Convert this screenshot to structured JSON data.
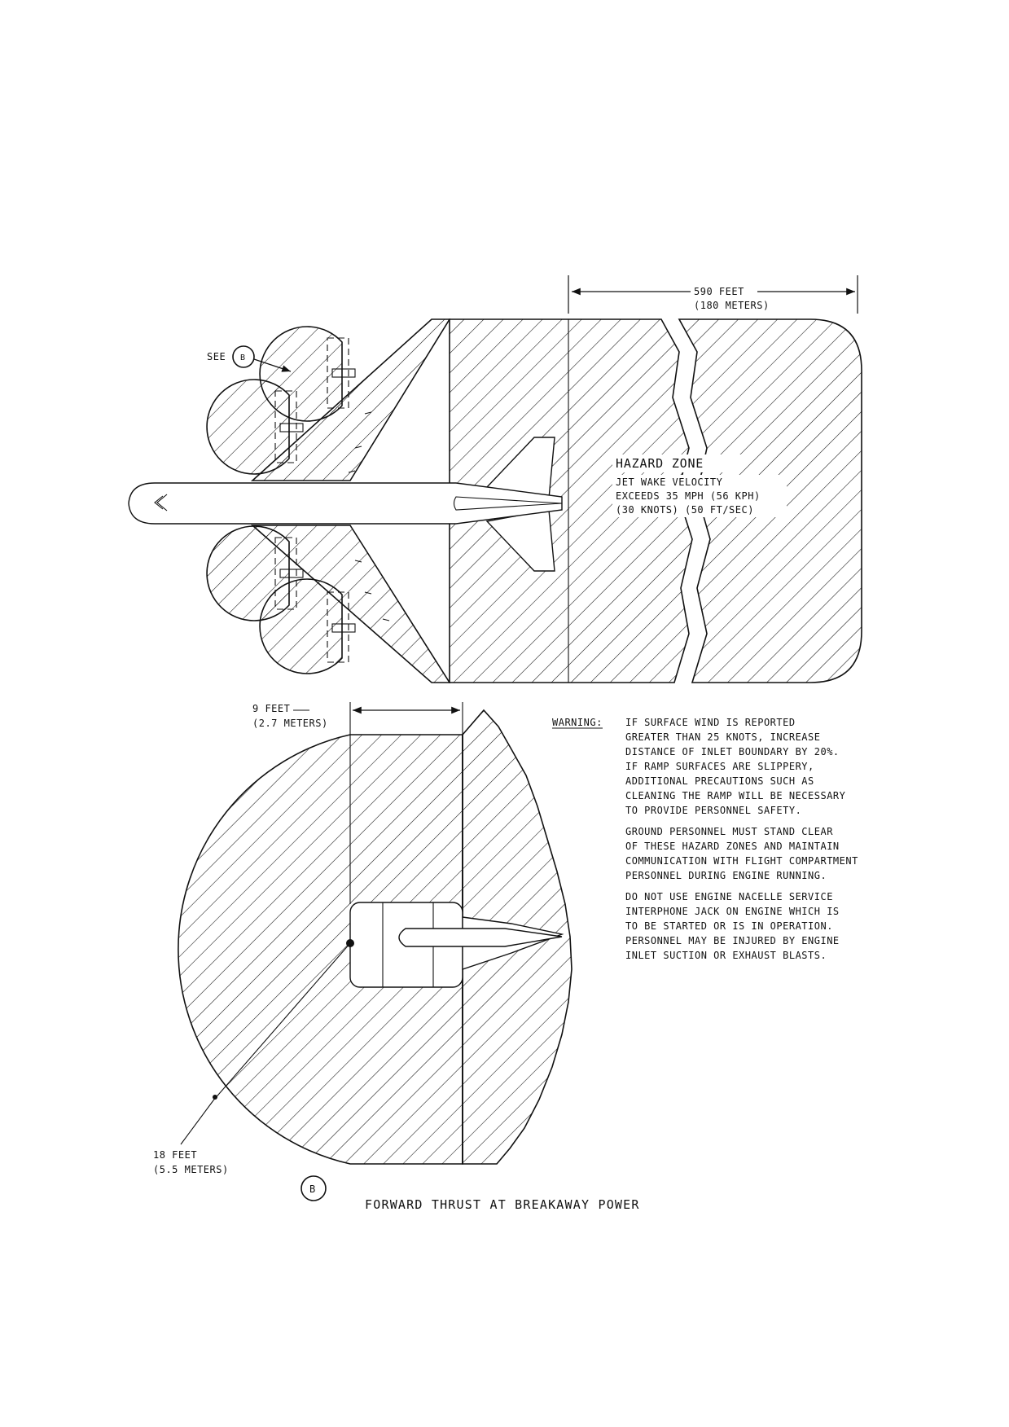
{
  "top_view": {
    "distance_label": [
      "590 FEET",
      "(180 METERS)"
    ],
    "see_label": "SEE",
    "detail_marker": "B",
    "zone_title": "HAZARD ZONE",
    "zone_text": [
      "JET WAKE VELOCITY",
      "EXCEEDS 35 MPH (56 KPH)",
      "(30 KNOTS) (50 FT/SEC)"
    ]
  },
  "detail_view": {
    "width_label": [
      "9 FEET",
      "(2.7 METERS)"
    ],
    "radius_label": [
      "18 FEET",
      "(5.5 METERS)"
    ],
    "marker": "B",
    "caption": "FORWARD THRUST AT BREAKAWAY POWER"
  },
  "warning": {
    "heading": "WARNING:",
    "paragraphs": [
      [
        "IF SURFACE WIND IS REPORTED",
        "GREATER THAN 25 KNOTS, INCREASE",
        "DISTANCE OF INLET BOUNDARY BY 20%.",
        "IF RAMP SURFACES ARE SLIPPERY,",
        "ADDITIONAL PRECAUTIONS SUCH AS",
        "CLEANING THE RAMP WILL BE NECESSARY",
        "TO PROVIDE PERSONNEL SAFETY."
      ],
      [
        "GROUND PERSONNEL MUST STAND CLEAR",
        "OF THESE HAZARD ZONES AND MAINTAIN",
        "COMMUNICATION WITH FLIGHT COMPARTMENT",
        "PERSONNEL DURING ENGINE RUNNING."
      ],
      [
        "DO NOT USE ENGINE NACELLE SERVICE",
        "INTERPHONE JACK ON ENGINE WHICH IS",
        "TO BE STARTED OR IS IN OPERATION.",
        "PERSONNEL MAY BE INJURED BY ENGINE",
        "INLET SUCTION OR EXHAUST BLASTS."
      ]
    ]
  }
}
